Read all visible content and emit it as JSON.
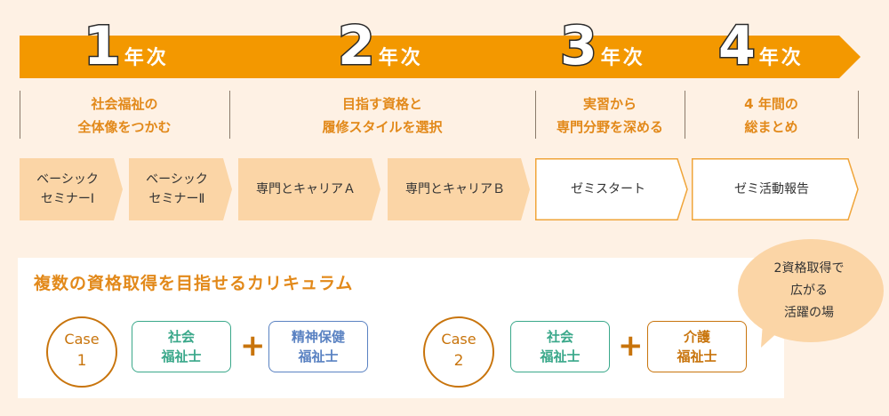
{
  "years": [
    {
      "num": "1",
      "suffix": "年次"
    },
    {
      "num": "2",
      "suffix": "年次"
    },
    {
      "num": "3",
      "suffix": "年次"
    },
    {
      "num": "4",
      "suffix": "年次"
    }
  ],
  "phases": [
    {
      "line1": "社会福祉の",
      "line2": "全体像をつかむ"
    },
    {
      "line1": "目指す資格と",
      "line2": "履修スタイルを選択"
    },
    {
      "line1": "実習から",
      "line2": "専門分野を深める"
    },
    {
      "line1": "4 年間の",
      "line2": "総まとめ"
    }
  ],
  "steps": [
    {
      "line1": "ベーシック",
      "line2": "セミナーⅠ"
    },
    {
      "line1": "ベーシック",
      "line2": "セミナーⅡ"
    },
    {
      "line1": "専門とキャリアＡ",
      "line2": ""
    },
    {
      "line1": "専門とキャリアＢ",
      "line2": ""
    },
    {
      "line1": "ゼミスタート",
      "line2": ""
    },
    {
      "line1": "ゼミ活動報告",
      "line2": ""
    }
  ],
  "curriculum": {
    "title": "複数の資格取得を目指せるカリキュラム",
    "plus": "+",
    "case1": {
      "label": "Case",
      "num": "1",
      "q1": {
        "line1": "社会",
        "line2": "福祉士"
      },
      "q2": {
        "line1": "精神保健",
        "line2": "福祉士"
      }
    },
    "case2": {
      "label": "Case",
      "num": "2",
      "q1": {
        "line1": "社会",
        "line2": "福祉士"
      },
      "q2": {
        "line1": "介護",
        "line2": "福祉士"
      }
    }
  },
  "bubble": {
    "line1": "2資格取得で",
    "line2": "広がる",
    "line3": "活躍の場"
  },
  "colors": {
    "orange": "#f39800",
    "accent": "#e2891a",
    "teal": "#3aa88a",
    "blue": "#5a82c2",
    "peach": "#fbd5a6"
  }
}
